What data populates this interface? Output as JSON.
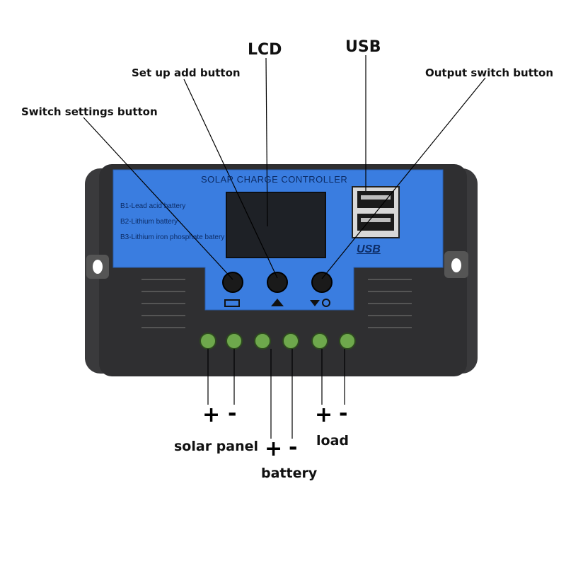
{
  "callouts": {
    "lcd": "LCD",
    "usb": "USB",
    "setup_add": "Set up add button",
    "output_switch": "Output switch button",
    "switch_settings": "Switch settings button"
  },
  "panel": {
    "title": "SOLAR CHARGE CONTROLLER",
    "battery_types": [
      "B1-Lead acid battery",
      "B2-Lithium battery",
      "B3-Lithium iron phosphate batery"
    ],
    "usb_logo": "USB"
  },
  "terminals": {
    "solar_panel": "solar panel",
    "battery": "battery",
    "load": "load",
    "plus": "+",
    "minus": "-"
  },
  "colors": {
    "panel_blue": "#3a7de0",
    "housing": "#3c3c3e",
    "terminal_green": "#6ea84c"
  }
}
